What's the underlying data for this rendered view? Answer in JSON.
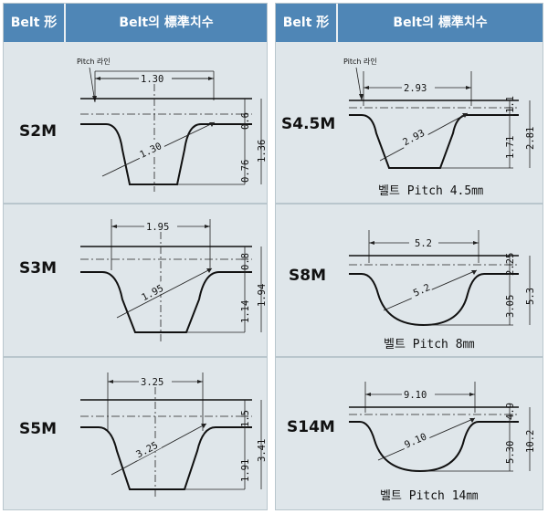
{
  "header": {
    "belt_type": "Belt 形",
    "dimensions": "Belt의 標準치수"
  },
  "left": [
    {
      "label": "S2M",
      "pitch_line": "Pitch 라인",
      "pitch": "1.30",
      "diag": "1.30",
      "top_dim": "0.6",
      "total_dim": "1.36",
      "tooth_dim": "0.76"
    },
    {
      "label": "S3M",
      "pitch": "1.95",
      "diag": "1.95",
      "top_dim": "0.8",
      "total_dim": "1.94",
      "tooth_dim": "1.14"
    },
    {
      "label": "S5M",
      "pitch": "3.25",
      "diag": "3.25",
      "top_dim": "1.5",
      "total_dim": "3.41",
      "tooth_dim": "1.91"
    }
  ],
  "right": [
    {
      "label": "S4.5M",
      "pitch_line": "Pitch 라인",
      "pitch": "2.93",
      "diag": "2.93",
      "top_dim": "1.1",
      "total_dim": "2.81",
      "tooth_dim": "1.71",
      "caption": "벨트 Pitch 4.5㎜"
    },
    {
      "label": "S8M",
      "pitch": "5.2",
      "diag": "5.2",
      "top_dim": "2.25",
      "total_dim": "5.3",
      "tooth_dim": "3.05",
      "caption": "벨트 Pitch 8㎜"
    },
    {
      "label": "S14M",
      "pitch": "9.10",
      "diag": "9.10",
      "top_dim": "4.9",
      "total_dim": "10.2",
      "tooth_dim": "5.30",
      "caption": "벨트 Pitch 14㎜"
    }
  ]
}
